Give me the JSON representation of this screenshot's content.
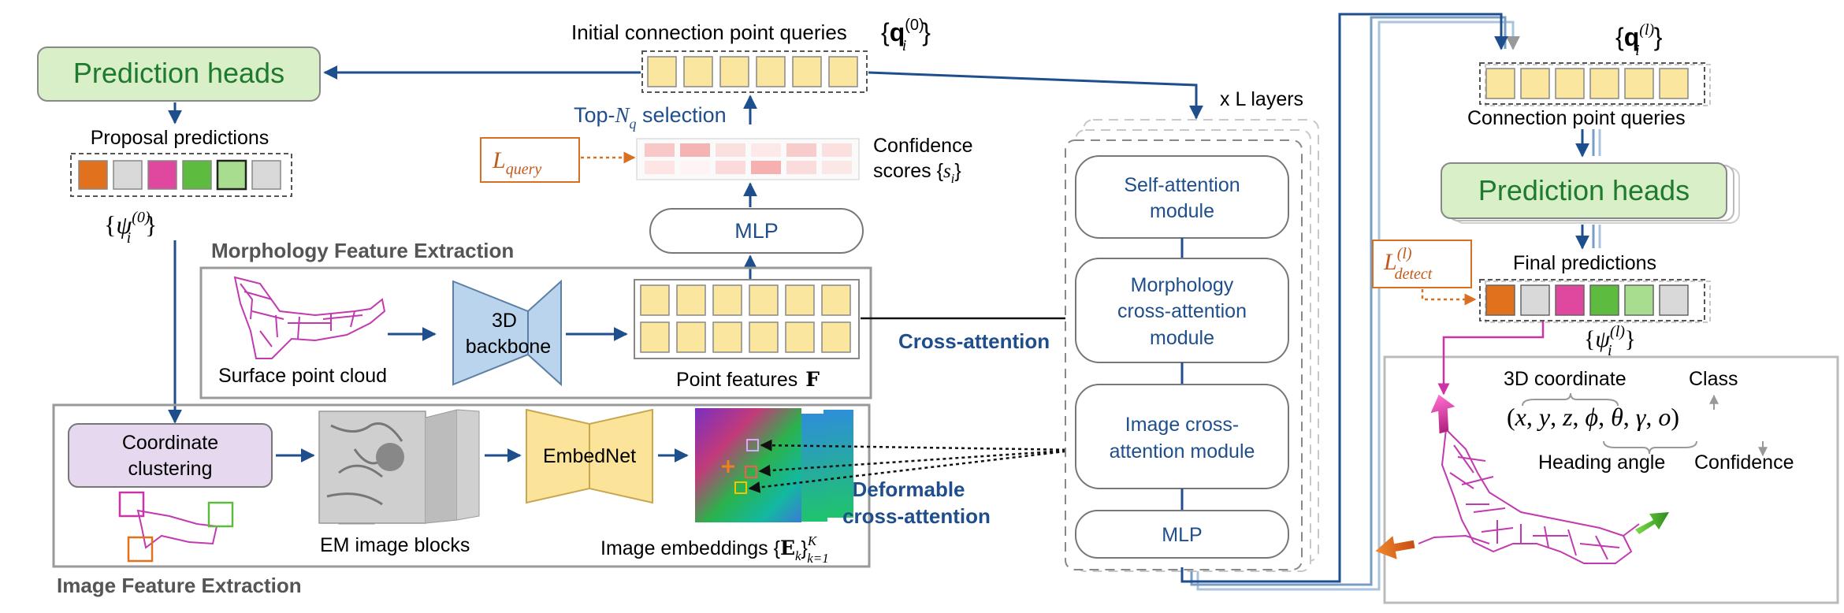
{
  "prediction_heads_left": "Prediction heads",
  "proposal_predictions": "Proposal predictions",
  "psi_init": {
    "sym": "ψ",
    "sup": "(0)",
    "sub": "i"
  },
  "initial_queries": "Initial connection point queries",
  "q_init": {
    "sym": "q",
    "sup": "(0)",
    "sub": "i"
  },
  "topk": {
    "prefix": "Top-",
    "sym": "N",
    "sub": "q",
    "suffix": " selection"
  },
  "l_query": {
    "sym": "L",
    "sub": "query"
  },
  "confidence_scores": {
    "line1": "Confidence",
    "line2": "scores {",
    "sym": "s",
    "sub": "i",
    "close": "}"
  },
  "mlp_top": "MLP",
  "morphology_title": "Morphology Feature Extraction",
  "surface_point_cloud": "Surface point cloud",
  "backbone": {
    "line1": "3D",
    "line2": "backbone"
  },
  "point_features": {
    "label": "Point features",
    "sym": "F"
  },
  "cross_attention": "Cross-attention",
  "deformable": {
    "line1": "Deformable",
    "line2": "cross-attention"
  },
  "image_title": "Image Feature Extraction",
  "coordinate_clustering": {
    "line1": "Coordinate",
    "line2": "clustering"
  },
  "em_blocks": "EM image blocks",
  "embednet": "EmbedNet",
  "image_embeddings": {
    "label": "Image embeddings {",
    "sym": "E",
    "sub": "k",
    "close": "}",
    "sup": "K",
    "sub2": "k=1"
  },
  "layers": "x L layers",
  "decoder": {
    "self_attn": {
      "line1": "Self-attention",
      "line2": "module"
    },
    "morph_attn": {
      "line1": "Morphology",
      "line2": "cross-attention",
      "line3": "module"
    },
    "image_attn": {
      "line1": "Image cross-",
      "line2": "attention module"
    },
    "mlp": "MLP"
  },
  "q_final": {
    "sym": "q",
    "sup": "(l)",
    "sub": "i"
  },
  "connection_point_queries": "Connection point queries",
  "prediction_heads_right": "Prediction heads",
  "l_detect": {
    "sym": "L",
    "sup": "(l)",
    "sub": "detect"
  },
  "final_predictions": "Final predictions",
  "psi_final": {
    "sym": "ψ",
    "sup": "(l)",
    "sub": "i"
  },
  "coord_3d": "3D coordinate",
  "class_label": "Class",
  "tuple": {
    "open": "(",
    "items": [
      "x",
      "y",
      "z",
      "ϕ",
      "θ",
      "γ",
      "o"
    ],
    "close": ")"
  },
  "heading_angle": "Heading angle",
  "confidence": "Confidence",
  "colors": {
    "navy": "#1f4e8c",
    "green_fill": "#d9efc8",
    "green_text": "#1e7a2e",
    "token_yellow": "#fbe6a0",
    "blue_box": "#b9d4ec",
    "yellow_box": "#fbe49a",
    "purple_box": "#e6d9ef",
    "orange": "#d8701f",
    "magenta": "#cc33a6",
    "pink": "#f2a7a7"
  },
  "proposal_token_colors": [
    "#e2711d",
    "#d9d9d9",
    "#e0479e",
    "#5dbb3f",
    "#a8dc8e",
    "#d9d9d9"
  ],
  "final_token_colors": [
    "#e2711d",
    "#d9d9d9",
    "#e0479e",
    "#5dbb3f",
    "#a8dc8e",
    "#d9d9d9"
  ]
}
